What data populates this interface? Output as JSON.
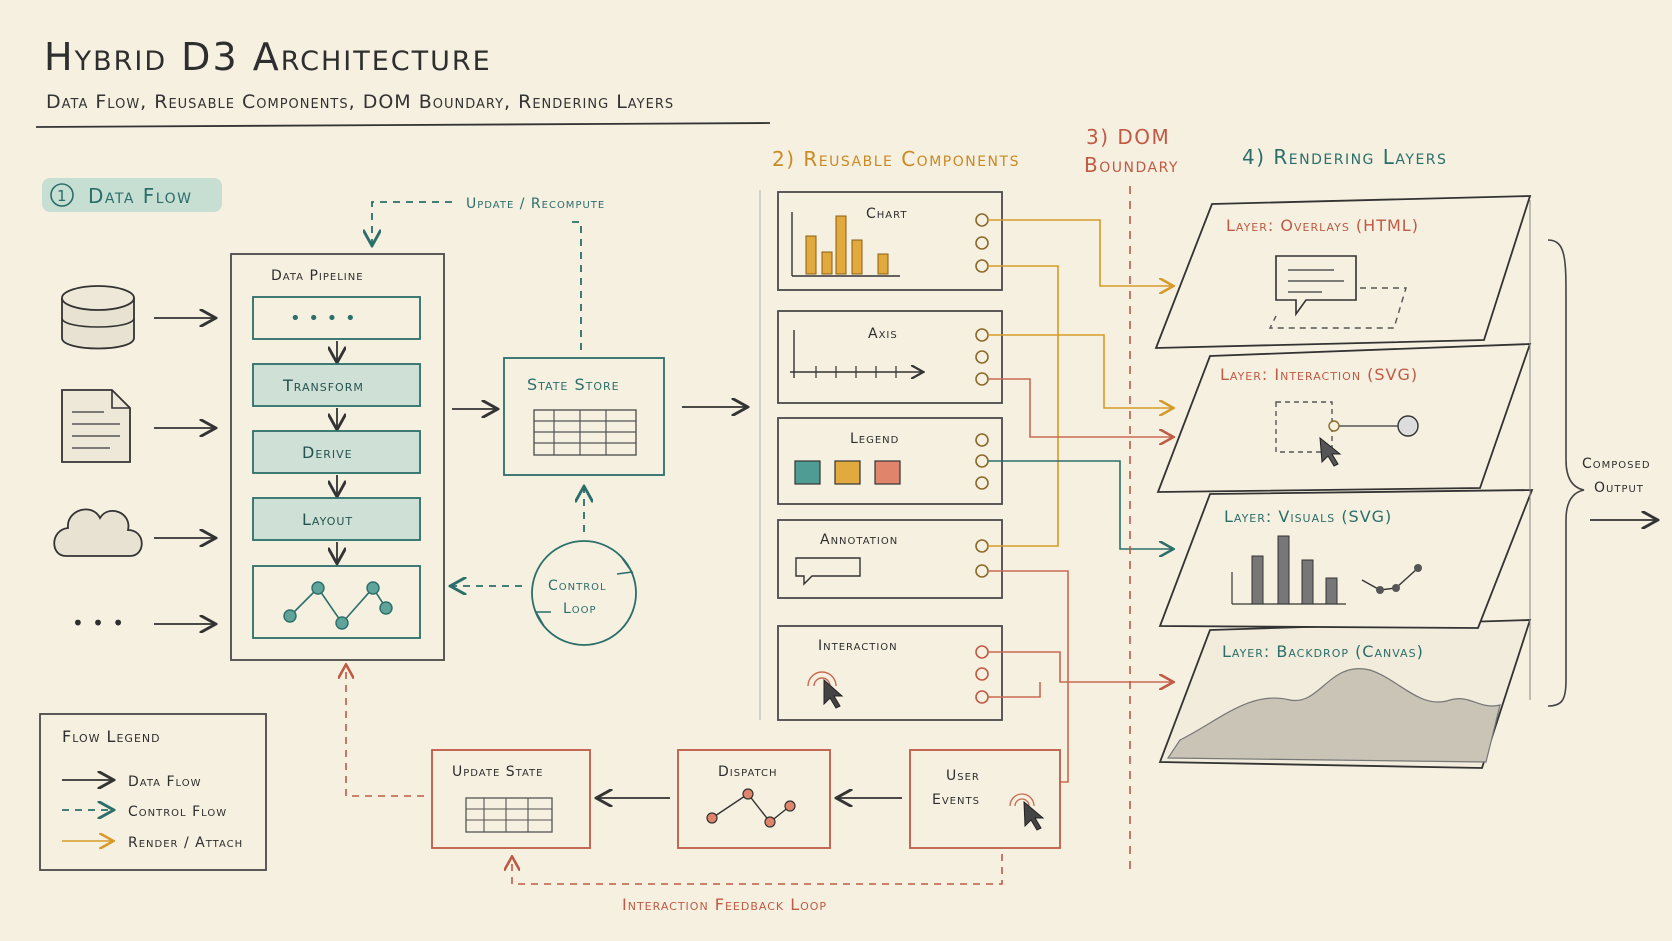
{
  "title": "Hybrid D3 Architecture",
  "subtitle": "Data Flow, Reusable Components, DOM Boundary, Rendering Layers",
  "sections": {
    "data_flow": "Data Flow",
    "data_flow_num": "1",
    "components": "2) Reusable Components",
    "dom_boundary_line1": "3) DOM",
    "dom_boundary_line2": "Boundary",
    "rendering": "4) Rendering Layers"
  },
  "pipeline": {
    "title": "Data Pipeline",
    "dots": "• • • •",
    "steps": [
      "Transform",
      "Derive",
      "Layout"
    ]
  },
  "feedback": {
    "update_recompute": "Update / Recompute",
    "state_store": "State Store",
    "control_loop_line1": "Control",
    "control_loop_line2": "Loop"
  },
  "sources": {
    "more": "• • •"
  },
  "components": [
    "Chart",
    "Axis",
    "Legend",
    "Annotation",
    "Interaction"
  ],
  "layers": [
    "Layer: Overlays (HTML)",
    "Layer: Interaction (SVG)",
    "Layer: Visuals (SVG)",
    "Layer: Backdrop (Canvas)"
  ],
  "composed_output_line1": "Composed",
  "composed_output_line2": "Output",
  "bottom": {
    "update_state": "Update State",
    "dispatch": "Dispatch",
    "user_events_line1": "User",
    "user_events_line2": "Events",
    "loop_label": "Interaction Feedback Loop"
  },
  "legend": {
    "title": "Flow Legend",
    "items": [
      "Data Flow",
      "Control Flow",
      "Render / Attach"
    ]
  },
  "colors": {
    "background": "#f6f0e1",
    "teal": "#2b6e6a",
    "orange": "#d69a2a",
    "red": "#bf5a44",
    "ink": "#2e2e2e"
  }
}
